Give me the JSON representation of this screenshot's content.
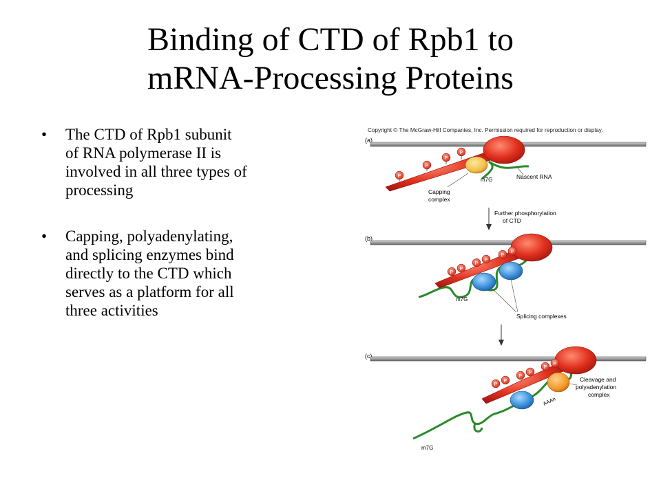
{
  "title": {
    "line1": "Binding of CTD  of Rpb1 to",
    "line2": "mRNA-Processing Proteins"
  },
  "bullets": [
    {
      "glyph": "•",
      "lines": [
        "The CTD of Rpb1 subunit",
        "of RNA polymerase II is",
        "involved in all three types of",
        "processing"
      ]
    },
    {
      "glyph": "•",
      "lines": [
        "Capping, polyadenylating,",
        "and splicing enzymes bind",
        "directly to the CTD which",
        "serves as a platform for all",
        "three activities"
      ]
    }
  ],
  "figure": {
    "copyright": "Copyright © The McGraw-Hill Companies, Inc. Permission required for reproduction or display.",
    "phosphate_label": "P",
    "panel_a": {
      "letter": "(a)",
      "cap": "m7G",
      "nascent_rna": "Nascent RNA",
      "capping_complex_1": "Capping",
      "capping_complex_2": "complex"
    },
    "arrow_1_line1": "Further phosphorylation",
    "arrow_1_line2": "of CTD",
    "panel_b": {
      "letter": "(b)",
      "cap": "m7G",
      "splicing_complexes": "Splicing complexes"
    },
    "panel_c": {
      "letter": "(c)",
      "polya": "AAAn",
      "cap": "m7G",
      "cleavage_1": "Cleavage and",
      "cleavage_2": "polyadenylation",
      "cleavage_3": "complex"
    },
    "colors": {
      "polymerase_red": "#e0301e",
      "rna_green": "#2a8a2a",
      "capping_yellow": "#f3c04a",
      "splicing_blue": "#3a8fd8",
      "dna_gray": "#9a9a9a"
    }
  }
}
